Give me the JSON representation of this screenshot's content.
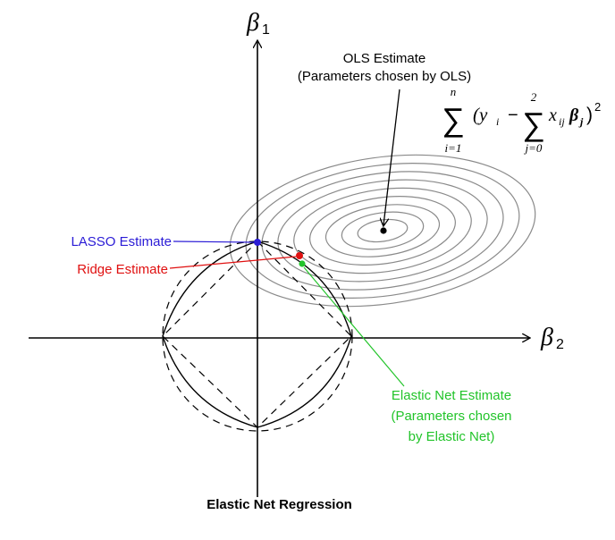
{
  "axes": {
    "y_symbol": "β",
    "y_subscript": "1",
    "x_symbol": "β",
    "x_subscript": "2"
  },
  "ols": {
    "label_line1": "OLS Estimate",
    "label_line2": "(Parameters chosen by OLS)",
    "formula": {
      "sum_upper_outer": "n",
      "sum_lower_outer": "i=1",
      "open": "(y",
      "sub_i": "i",
      "minus": "−",
      "sum_upper_inner": "2",
      "sum_lower_inner": "j=0",
      "x": "x",
      "sub_ij": "ij",
      "beta": "β",
      "sub_j": "j",
      "close": ")",
      "power": "2"
    }
  },
  "lasso": {
    "label": "LASSO Estimate",
    "color": "#2a1bd6"
  },
  "ridge": {
    "label": "Ridge Estimate",
    "color": "#e01010"
  },
  "elastic": {
    "label_line1": "Elastic Net Estimate",
    "label_line2": "(Parameters chosen",
    "label_line3": "by Elastic Net)",
    "color": "#22c42a"
  },
  "caption": "Elastic Net Regression"
}
